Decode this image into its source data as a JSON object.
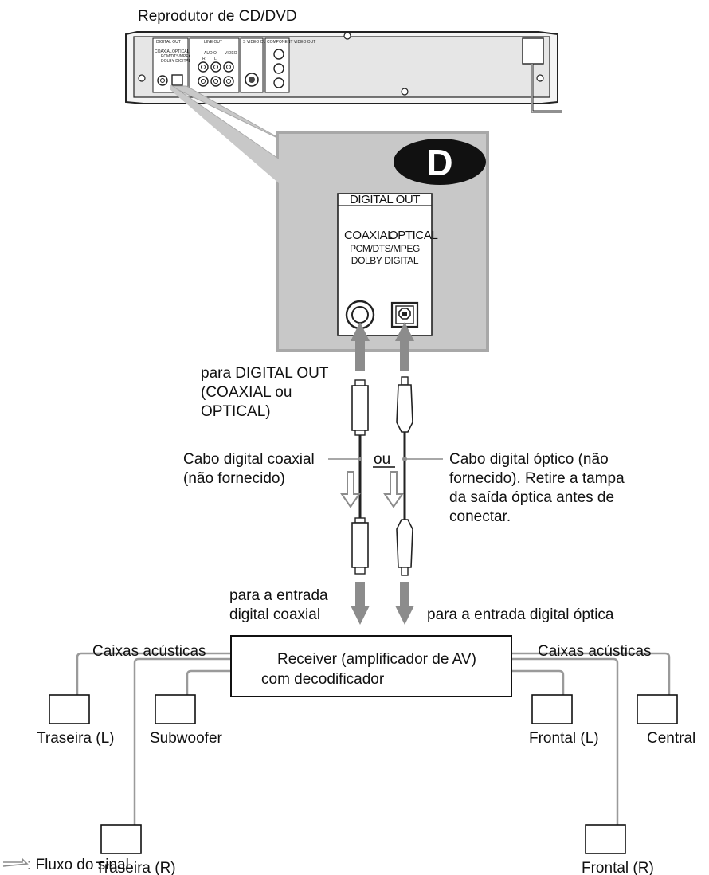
{
  "player": {
    "title": "Reprodutor de CD/DVD",
    "panel_labels": {
      "digital_out": "DIGITAL OUT",
      "line_out": "LINE OUT",
      "s_video": "S VIDEO OUT",
      "component": "COMPONENT VIDEO OUT",
      "coaxial": "COAXIAL",
      "optical": "OPTICAL",
      "pcm": "PCM/DTS/MPEG",
      "dolby": "DOLBY DIGITAL",
      "audio": "AUDIO",
      "video": "VIDEO",
      "r": "R",
      "l": "L"
    }
  },
  "detail": {
    "badge": "D",
    "digital_out": "DIGITAL OUT",
    "coaxial": "COAXIAL",
    "optical": "OPTICAL",
    "pcm": "PCM/DTS/MPEG",
    "dolby": "DOLBY DIGITAL"
  },
  "labels": {
    "to_digital_out": [
      "para DIGITAL OUT",
      "(COAXIAL ou",
      "OPTICAL)"
    ],
    "coax_cable": [
      "Cabo digital coaxial",
      "(não fornecido)"
    ],
    "or": "ou",
    "optical_cable": [
      "Cabo digital óptico  (não",
      "fornecido). Retire a tampa",
      "da saída óptica antes de",
      "conectar."
    ],
    "to_coax_input": [
      "para a entrada",
      "digital coaxial"
    ],
    "to_optical_input": "para a entrada digital óptica"
  },
  "receiver": {
    "line1": "Receiver (amplificador de AV)",
    "line2": "com decodificador"
  },
  "speakers": {
    "left_group": "Caixas acústicas",
    "right_group": "Caixas acústicas",
    "rear_l": "Traseira (L)",
    "subwoofer": "Subwoofer",
    "rear_r": "Traseira (R)",
    "front_l": "Frontal (L)",
    "central": "Central",
    "front_r": "Frontal (R)"
  },
  "legend": {
    "signal_flow": ": Fluxo do sinal"
  },
  "colors": {
    "panel": "#c8c8c8",
    "arrow": "#8c8c8c",
    "badge": "#111111"
  }
}
